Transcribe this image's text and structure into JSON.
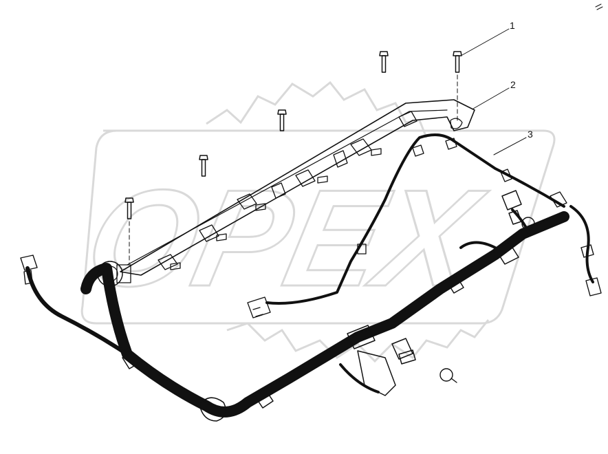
{
  "watermark": {
    "text": "OPEX"
  },
  "callouts": [
    {
      "id": "1",
      "label": "1"
    },
    {
      "id": "2",
      "label": "2"
    },
    {
      "id": "3",
      "label": "3"
    }
  ],
  "colors": {
    "line": "#111111",
    "watermark": "#d9d9d9",
    "background": "#ffffff"
  }
}
